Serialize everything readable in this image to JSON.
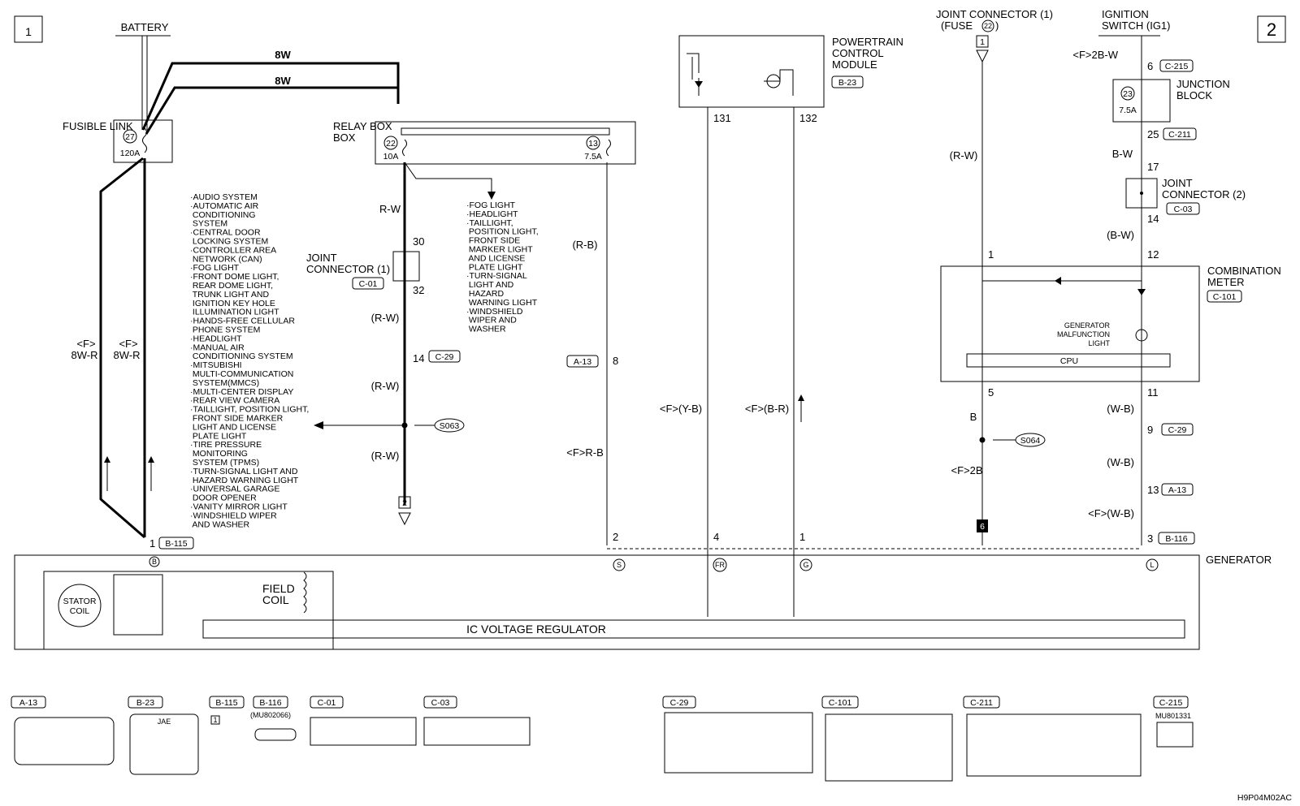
{
  "pages": {
    "left": "1",
    "right": "2"
  },
  "battery": "BATTERY",
  "fusible_link": {
    "label": "FUSIBLE LINK",
    "fuse_no": "27",
    "rating": "120A"
  },
  "relay_box": {
    "label": "RELAY BOX",
    "fuse1_no": "22",
    "fuse1_rating": "10A",
    "fuse2_no": "13",
    "fuse2_rating": "7.5A"
  },
  "wire_top1": "8W",
  "wire_top2": "8W",
  "left_wires": {
    "a": "<F>",
    "a2": "8W-R",
    "b": "<F>",
    "b2": "8W-R"
  },
  "left_list": [
    "·AUDIO SYSTEM",
    "·AUTOMATIC AIR",
    " CONDITIONING",
    " SYSTEM",
    "·CENTRAL DOOR",
    " LOCKING SYSTEM",
    "·CONTROLLER AREA",
    " NETWORK (CAN)",
    "·FOG LIGHT",
    "·FRONT DOME LIGHT,",
    " REAR DOME LIGHT,",
    " TRUNK LIGHT AND",
    " IGNITION KEY HOLE",
    " ILLUMINATION LIGHT",
    "·HANDS-FREE CELLULAR",
    " PHONE SYSTEM",
    "·HEADLIGHT",
    "·MANUAL AIR",
    " CONDITIONING SYSTEM",
    "·MITSUBISHI",
    " MULTI-COMMUNICATION",
    " SYSTEM(MMCS)",
    "·MULTI-CENTER DISPLAY",
    "·REAR VIEW CAMERA",
    "·TAILLIGHT, POSITION LIGHT,",
    " FRONT SIDE MARKER",
    " LIGHT AND LICENSE",
    " PLATE LIGHT",
    "·TIRE PRESSURE",
    " MONITORING",
    " SYSTEM (TPMS)",
    "·TURN-SIGNAL LIGHT AND",
    " HAZARD WARNING LIGHT",
    "·UNIVERSAL GARAGE",
    " DOOR OPENER",
    "·VANITY MIRROR LIGHT",
    "·WINDSHIELD WIPER",
    " AND WASHER"
  ],
  "right_list": [
    "·FOG LIGHT",
    "·HEADLIGHT",
    "·TAILLIGHT,",
    " POSITION LIGHT,",
    " FRONT SIDE",
    " MARKER LIGHT",
    " AND LICENSE",
    " PLATE LIGHT",
    "·TURN-SIGNAL",
    " LIGHT AND",
    " HAZARD",
    " WARNING LIGHT",
    "·WINDSHIELD",
    " WIPER AND",
    " WASHER"
  ],
  "relay_wire": "R-W",
  "jc1": {
    "label1": "JOINT",
    "label2": "CONNECTOR (1)",
    "code": "C-01",
    "pin_in": "30",
    "pin_out": "32"
  },
  "col1": {
    "w1": "(R-W)",
    "pin": "14",
    "conn": "C-29",
    "w2": "(R-W)",
    "splice": "S063",
    "w3": "(R-W)",
    "ref": "2"
  },
  "col2": {
    "w1": "(R-B)",
    "conn": "A-13",
    "pin": "8",
    "w2": "<F>R-B"
  },
  "pcm": {
    "l1": "POWERTRAIN",
    "l2": "CONTROL",
    "l3": "MODULE",
    "code": "B-23",
    "pin_a": "131",
    "pin_b": "132",
    "wire_a": "<F>(Y-B)",
    "wire_b": "<F>(B-R)"
  },
  "jc_fuse": {
    "l1": "JOINT CONNECTOR (1)",
    "l2": "(FUSE",
    "fuse": "22",
    "l3": ")",
    "ref": "1",
    "wire": "(R-W)",
    "pin": "1"
  },
  "ign": {
    "l1": "IGNITION",
    "l2": "SWITCH (IG1)",
    "wire": "<F>2B-W",
    "pin": "6",
    "conn": "C-215"
  },
  "jb": {
    "fuse": "23",
    "rating": "7.5A",
    "l1": "JUNCTION",
    "l2": "BLOCK",
    "pin": "25",
    "conn": "C-211",
    "wire": "B-W",
    "pin2": "17"
  },
  "jc2": {
    "l1": "JOINT",
    "l2": "CONNECTOR (2)",
    "code": "C-03",
    "pin": "14",
    "wire": "(B-W)",
    "pin2": "12"
  },
  "meter": {
    "l1": "COMBINATION",
    "l2": "METER",
    "code": "C-101",
    "lamp1": "GENERATOR",
    "lamp2": "MALFUNCTION",
    "lamp3": "LIGHT",
    "cpu": "CPU"
  },
  "col_b": {
    "pin": "5",
    "wire": "B",
    "splice": "S064",
    "wire2": "<F>2B",
    "ground": "6"
  },
  "col_wb": {
    "pin": "11",
    "w1": "(W-B)",
    "pin2": "9",
    "conn2": "C-29",
    "w2": "(W-B)",
    "pin3": "13",
    "conn3": "A-13",
    "w3": "<F>(W-B)",
    "pin4": "3",
    "conn4": "B-116"
  },
  "generator": {
    "label": "GENERATOR",
    "stator1": "STATOR",
    "stator2": "COIL",
    "field1": "FIELD",
    "field2": "COIL",
    "regulator": "IC VOLTAGE REGULATOR",
    "term_b_pin": "1",
    "term_b_conn": "B-115",
    "term_b": "B",
    "term_s_pin": "2",
    "term_s": "S",
    "term_fr_pin": "4",
    "term_fr": "FR",
    "term_g_pin": "1",
    "term_g": "G",
    "term_l": "L"
  },
  "connectors": {
    "a13": "A-13",
    "b23": "B-23",
    "b23_sub": "JAE",
    "b115": "B-115",
    "b115_pin": "1",
    "b116": "B-116",
    "b116_sub": "(MU802066)",
    "c01": "C-01",
    "c03": "C-03",
    "c29": "C-29",
    "c101": "C-101",
    "c211": "C-211",
    "c215": "C-215",
    "c215_sub": "MU801331"
  },
  "doc_code": "H9P04M02AC"
}
